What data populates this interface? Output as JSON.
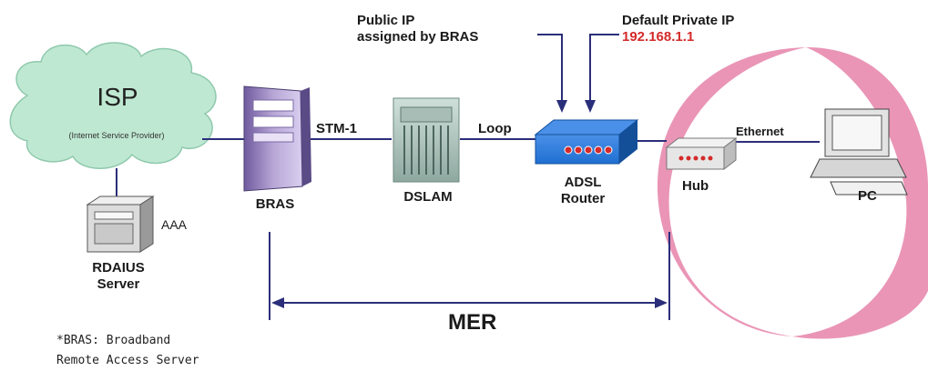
{
  "nodes": {
    "isp": {
      "title": "ISP",
      "subtitle": "(Internet Service Provider)"
    },
    "aaa": {
      "label": "AAA"
    },
    "radius": {
      "line1": "RDAIUS",
      "line2": "Server"
    },
    "bras": {
      "label": "BRAS"
    },
    "dslam": {
      "label": "DSLAM"
    },
    "router": {
      "line1": "ADSL",
      "line2": "Router"
    },
    "hub": {
      "label": "Hub"
    },
    "pc": {
      "label": "PC"
    }
  },
  "links": {
    "stm1": "STM-1",
    "loop": "Loop",
    "ethernet": "Ethernet"
  },
  "annotations": {
    "public_ip": {
      "line1": "Public IP",
      "line2": "assigned by BRAS"
    },
    "private_ip": {
      "line1": "Default Private IP",
      "value": "192.168.1.1"
    },
    "span": "MER"
  },
  "footnote": {
    "line1": "*BRAS: Broadband",
    "line2": "Remote Access Server"
  },
  "colors": {
    "cloud": "#bfe8d2",
    "link": "#2b2e7a",
    "ring": "#e88aae",
    "router": "#1f6fd1",
    "accent": "#d42a2a"
  }
}
